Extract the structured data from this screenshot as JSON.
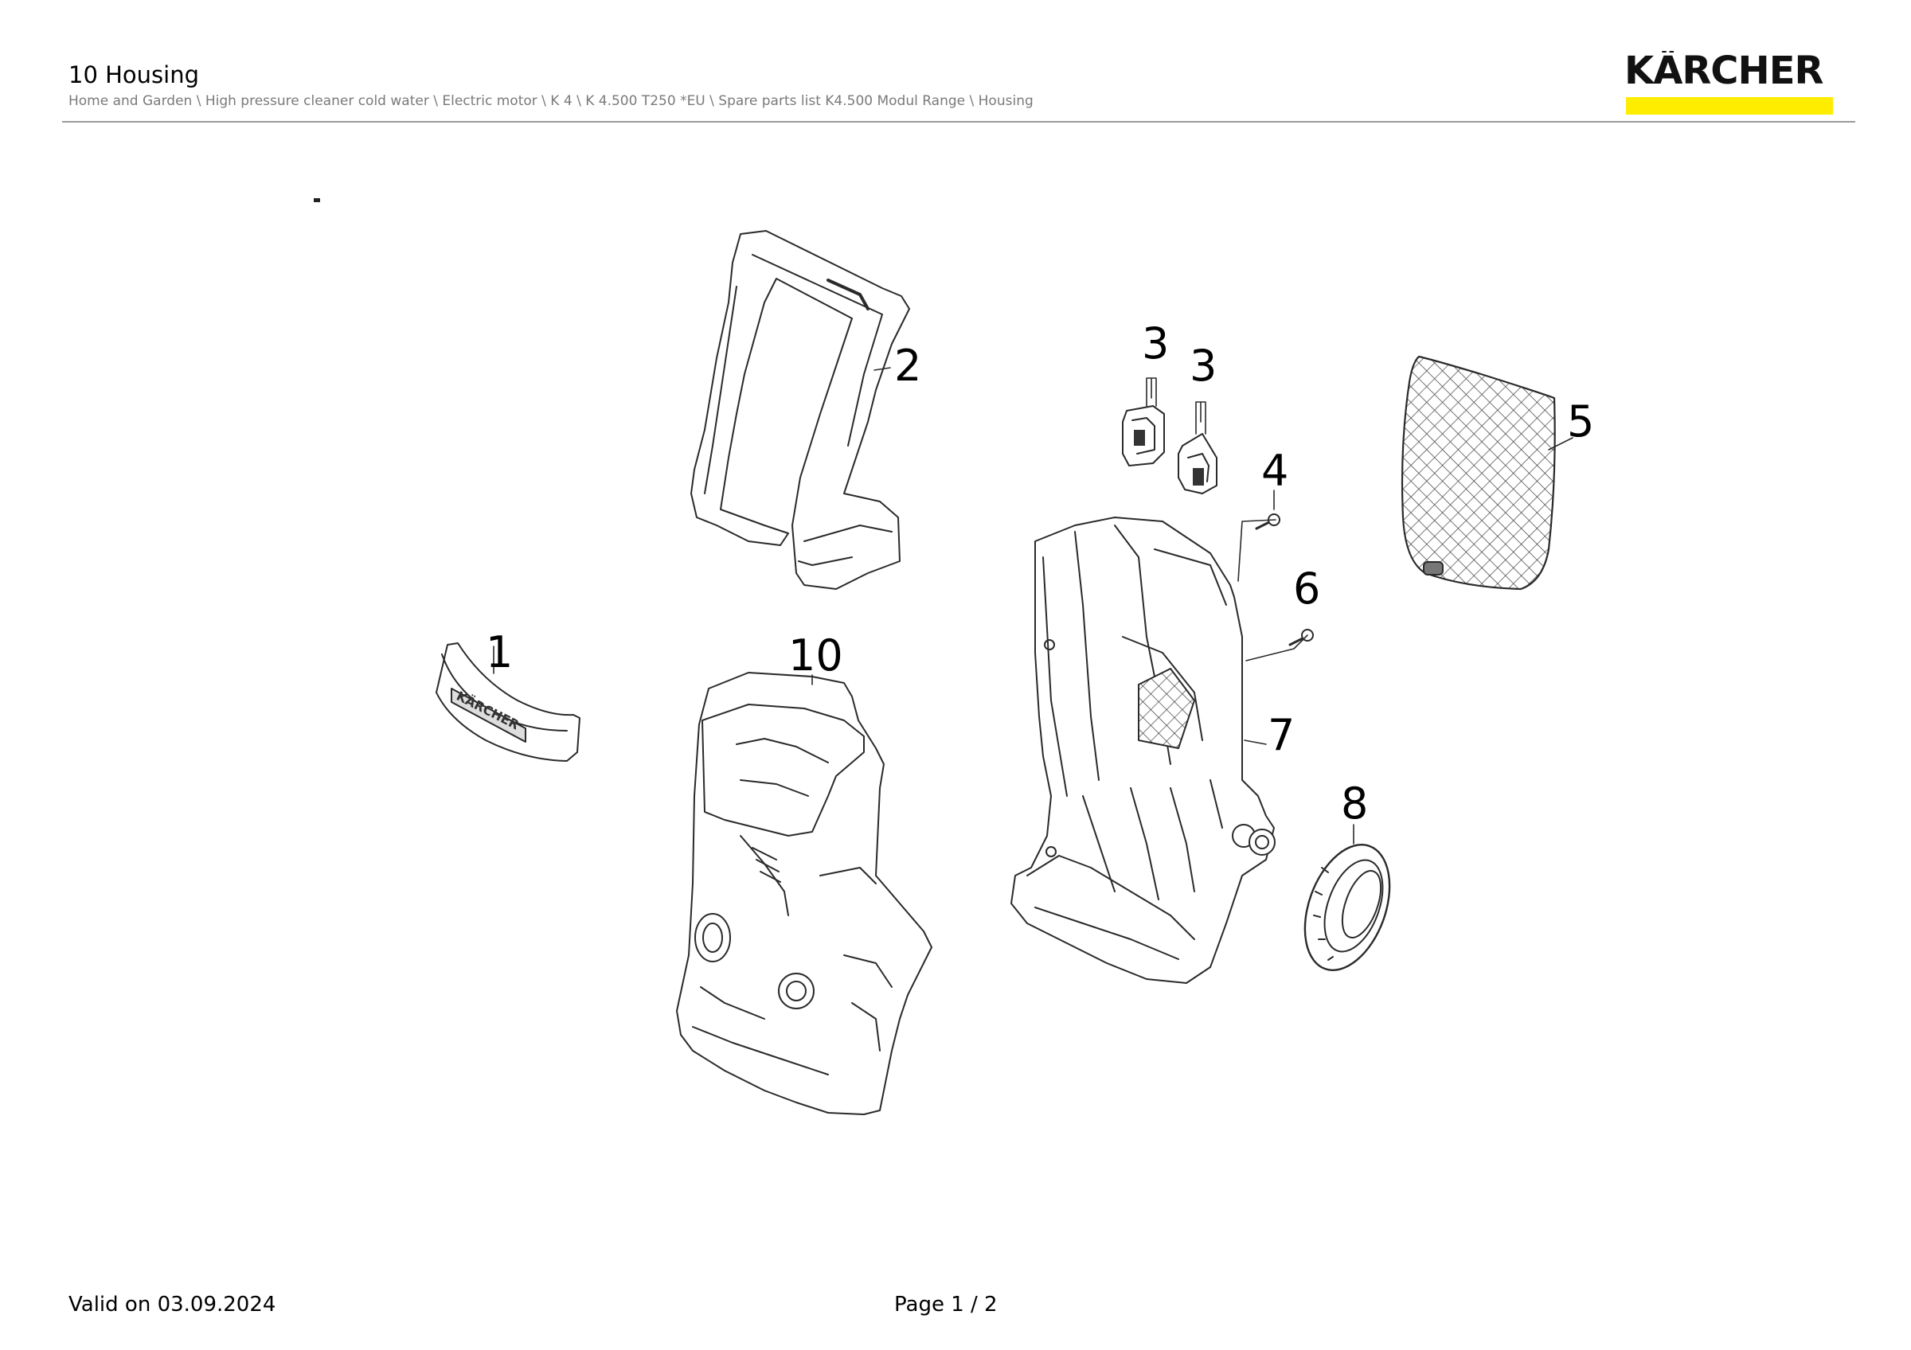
{
  "header": {
    "title": "10 Housing",
    "breadcrumb": "Home and Garden \\ High pressure cleaner cold water \\ Electric motor \\ K 4 \\ K 4.500 T250 *EU \\ Spare parts list K4.500 Modul Range \\ Housing",
    "logo_text": "KÄRCHER",
    "brand_yellow": "#ffed00"
  },
  "drawing": {
    "part_labels": {
      "p1": "1",
      "p2": "2",
      "p3a": "3",
      "p3b": "3",
      "p4": "4",
      "p5": "5",
      "p6": "6",
      "p7": "7",
      "p8": "8",
      "p10": "10"
    },
    "badge_text": "KÄRCHER"
  },
  "footer": {
    "valid_on": "Valid on 03.09.2024",
    "page": "Page 1 / 2"
  }
}
